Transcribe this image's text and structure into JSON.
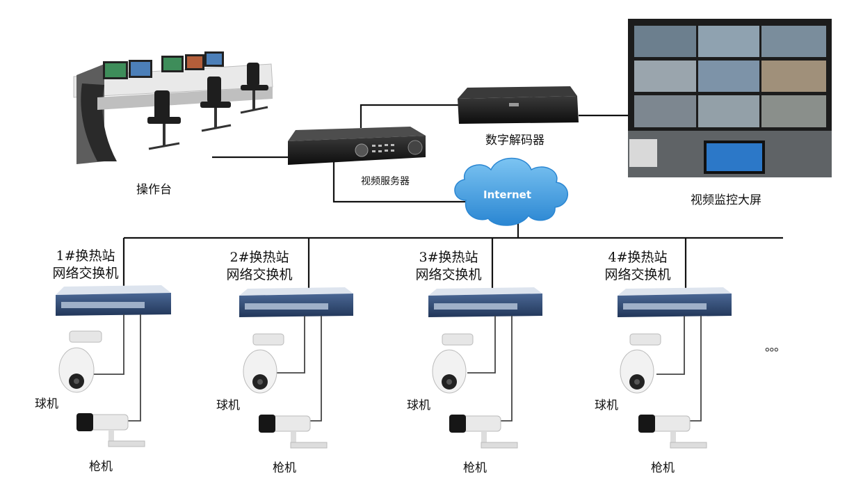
{
  "labels": {
    "console": "操作台",
    "video_server": "视频服务器",
    "decoder": "数字解码器",
    "wall": "视频监控大屏",
    "internet": "Internet",
    "ellipsis": "。。。"
  },
  "stations": [
    {
      "line1": "1#换热站",
      "line2": "网络交换机",
      "dome": "球机",
      "bullet": "枪机"
    },
    {
      "line1": "2#换热站",
      "line2": "网络交换机",
      "dome": "球机",
      "bullet": "枪机"
    },
    {
      "line1": "3#换热站",
      "line2": "网络交换机",
      "dome": "球机",
      "bullet": "枪机"
    },
    {
      "line1": "4#换热站",
      "line2": "网络交换机",
      "dome": "球机",
      "bullet": "枪机"
    }
  ],
  "colors": {
    "line": "#111111",
    "cloud": "#3b9fe0",
    "switch_body": "#2d4466",
    "device": "#1a1a1a"
  }
}
